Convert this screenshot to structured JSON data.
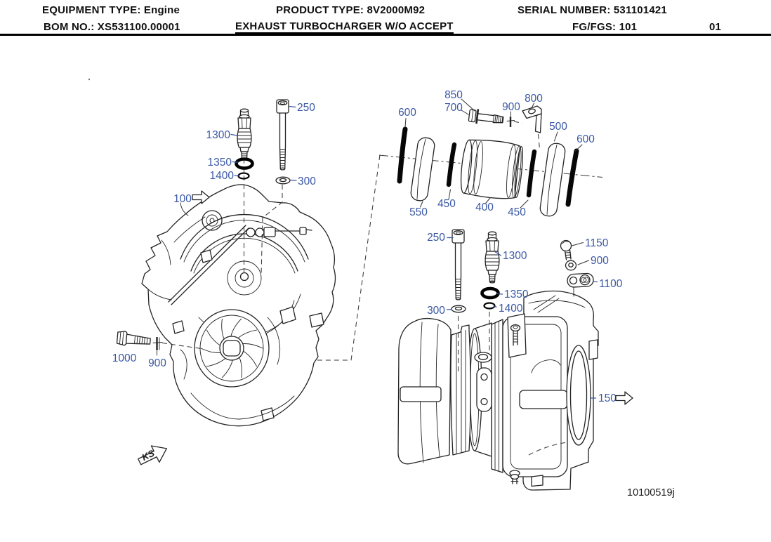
{
  "header": {
    "equipment": "EQUIPMENT TYPE: Engine",
    "product": "PRODUCT TYPE: 8V2000M92",
    "serial": "SERIAL NUMBER: 531101421",
    "bom": "BOM NO.: XS531100.00001",
    "assembly_title": "EXHAUST TURBOCHARGER W/O ACCEPT",
    "fg_fgs": "FG/FGS: 101",
    "sheet": "01"
  },
  "drawing_number": "10100519j",
  "view_marker": "KS",
  "colors": {
    "callout_blue": "#3a58a4",
    "line_dark": "#232323",
    "background": "#ffffff"
  },
  "callouts": [
    {
      "id": "100",
      "text": "100"
    },
    {
      "id": "1300-left",
      "text": "1300"
    },
    {
      "id": "250-left",
      "text": "250"
    },
    {
      "id": "1350-left",
      "text": "1350"
    },
    {
      "id": "1400-left",
      "text": "1400"
    },
    {
      "id": "300-left",
      "text": "300"
    },
    {
      "id": "1000",
      "text": "1000"
    },
    {
      "id": "900-left",
      "text": "900"
    },
    {
      "id": "600-left",
      "text": "600"
    },
    {
      "id": "850",
      "text": "850"
    },
    {
      "id": "700",
      "text": "700"
    },
    {
      "id": "900-top",
      "text": "900"
    },
    {
      "id": "800",
      "text": "800"
    },
    {
      "id": "500",
      "text": "500"
    },
    {
      "id": "600-right",
      "text": "600"
    },
    {
      "id": "550",
      "text": "550"
    },
    {
      "id": "450-left",
      "text": "450"
    },
    {
      "id": "400",
      "text": "400"
    },
    {
      "id": "450-right",
      "text": "450"
    },
    {
      "id": "250-mid",
      "text": "250"
    },
    {
      "id": "1300-mid",
      "text": "1300"
    },
    {
      "id": "1350-mid",
      "text": "1350"
    },
    {
      "id": "1400-mid",
      "text": "1400"
    },
    {
      "id": "300-mid",
      "text": "300"
    },
    {
      "id": "1150",
      "text": "1150"
    },
    {
      "id": "900-mid",
      "text": "900"
    },
    {
      "id": "1100",
      "text": "1100"
    },
    {
      "id": "150",
      "text": "150"
    }
  ]
}
